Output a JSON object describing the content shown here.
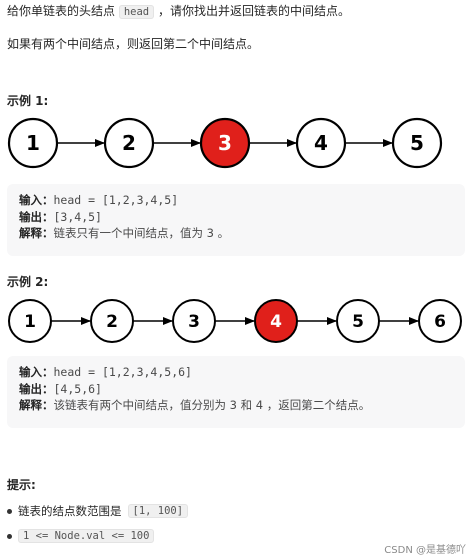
{
  "intro": {
    "part1": "给你单链表的头结点",
    "code": "head",
    "part2": "，请你找出并返回链表的中间结点。",
    "line2": "如果有两个中间结点，则返回第二个中间结点。"
  },
  "example1": {
    "title": "示例 1:",
    "nodes": [
      "1",
      "2",
      "3",
      "4",
      "5"
    ],
    "highlight_index": 2,
    "input_label": "输入：",
    "input_value": "head = [1,2,3,4,5]",
    "output_label": "输出：",
    "output_value": "[3,4,5]",
    "explain_label": "解释：",
    "explain_value": "链表只有一个中间结点，值为 3 。"
  },
  "example2": {
    "title": "示例 2:",
    "nodes": [
      "1",
      "2",
      "3",
      "4",
      "5",
      "6"
    ],
    "highlight_index": 3,
    "input_label": "输入：",
    "input_value": "head = [1,2,3,4,5,6]",
    "output_label": "输出：",
    "output_value": "[4,5,6]",
    "explain_label": "解释：",
    "explain_value": "该链表有两个中间结点，值分别为 3 和 4 ，返回第二个结点。"
  },
  "hints": {
    "title": "提示:",
    "item1_text": "链表的结点数范围是",
    "item1_code": "[1, 100]",
    "item2_code": "1 <= Node.val <= 100"
  },
  "watermark": "CSDN @是基德吖",
  "colors": {
    "highlight_fill": "#e0201b",
    "node_stroke": "#000000",
    "box_bg": "#f7f7f8"
  }
}
